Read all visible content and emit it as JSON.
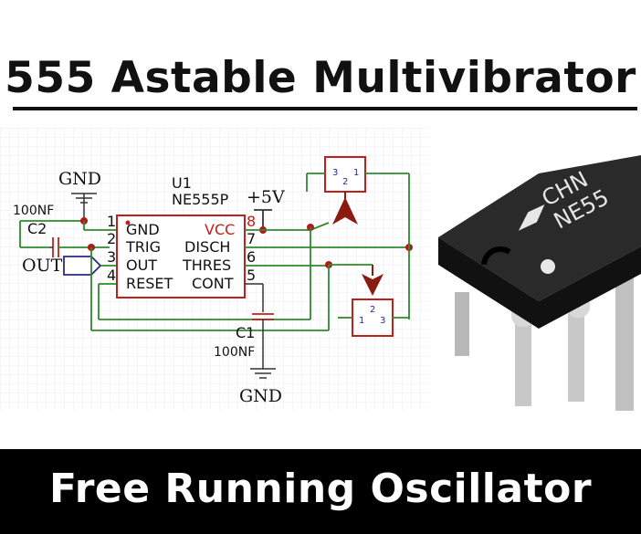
{
  "title": "555 Astable Multivibrator",
  "footer": "Free Running Oscillator",
  "schematic": {
    "ref": "U1",
    "part": "NE555P",
    "supply": "+5V",
    "gnd_top": "GND",
    "gnd_bottom": "GND",
    "c2_value": "100NF",
    "c2_name": "C2",
    "c1_name": "C1",
    "c1_value": "100NF",
    "out_port": "OUT",
    "pins_left": [
      {
        "num": "1",
        "name": "GND"
      },
      {
        "num": "2",
        "name": "TRIG"
      },
      {
        "num": "3",
        "name": "OUT"
      },
      {
        "num": "4",
        "name": "RESET"
      }
    ],
    "pins_right": [
      {
        "num": "8",
        "name": "VCC"
      },
      {
        "num": "7",
        "name": "DISCH"
      },
      {
        "num": "6",
        "name": "THRES"
      },
      {
        "num": "5",
        "name": "CONT"
      }
    ],
    "pot_top": {
      "p1": "1",
      "p2": "2",
      "p3": "3"
    },
    "pot_bottom": {
      "p1": "1",
      "p2": "2",
      "p3": "3"
    }
  },
  "chip": {
    "line1": "CHN",
    "line2": "NE55"
  }
}
